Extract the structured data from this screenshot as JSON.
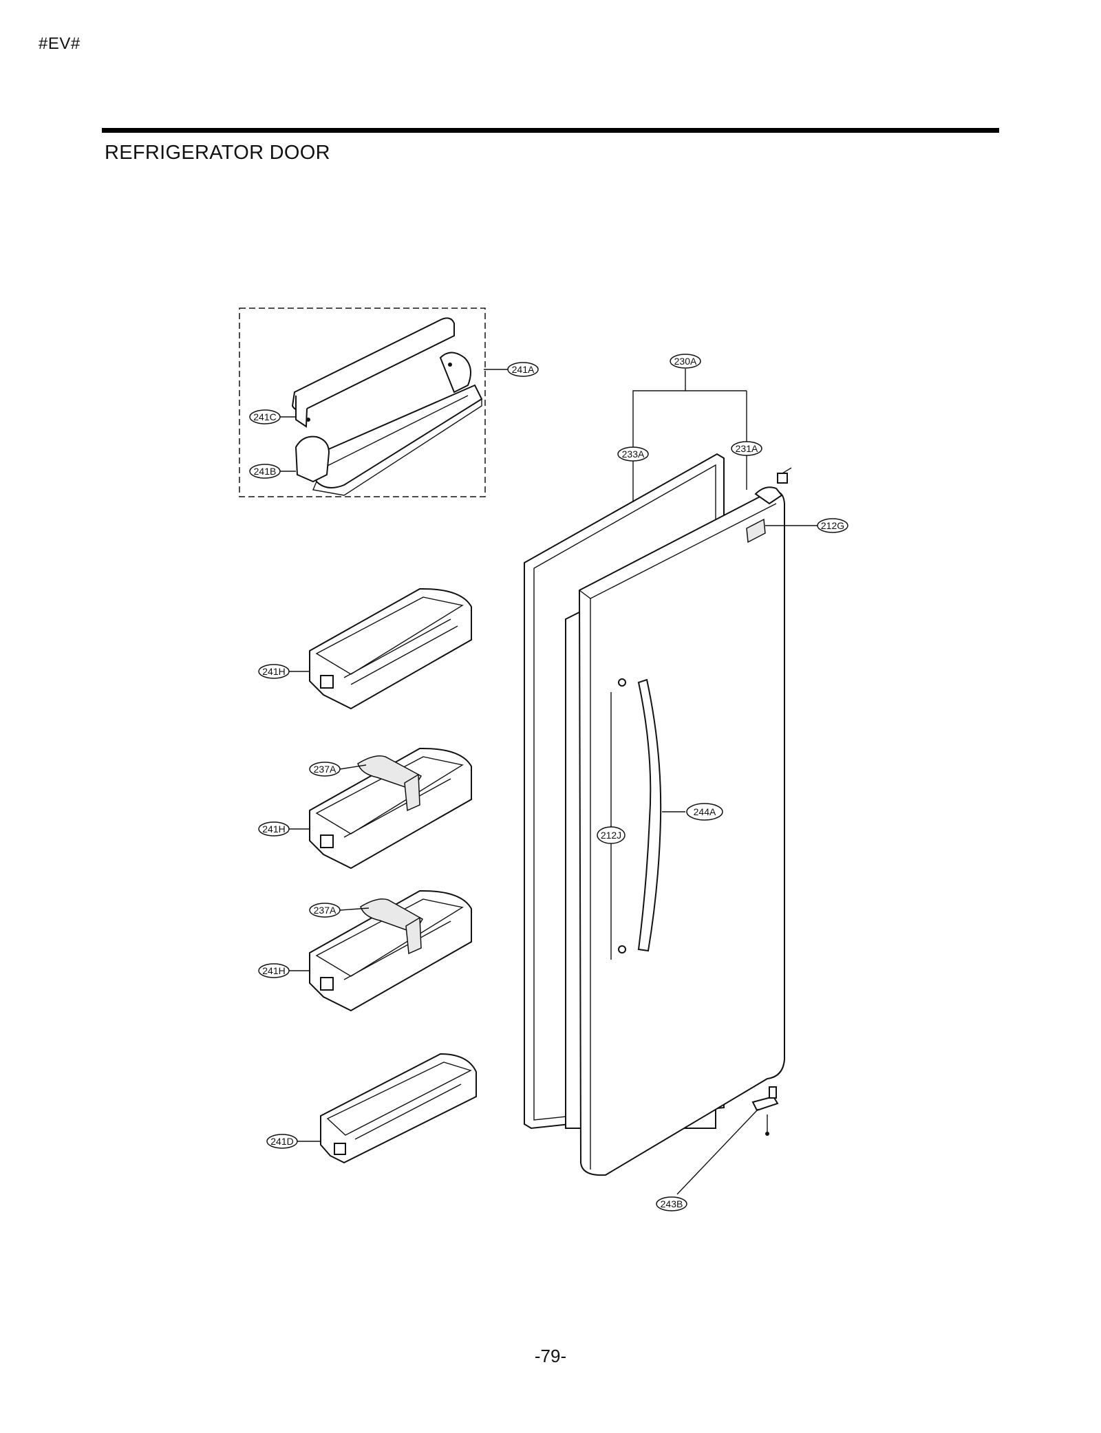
{
  "header": {
    "tag": "#EV#",
    "title": "REFRIGERATOR DOOR"
  },
  "footer": {
    "page_number": "-79-"
  },
  "callouts": {
    "c241A": "241A",
    "c241C": "241C",
    "c241B": "241B",
    "c230A": "230A",
    "c233A": "233A",
    "c231A": "231A",
    "c212G": "212G",
    "c241H_1": "241H",
    "c237A_1": "237A",
    "c241H_2": "241H",
    "c237A_2": "237A",
    "c241H_3": "241H",
    "c241D": "241D",
    "c244A": "244A",
    "c212J": "212J",
    "c243B": "243B"
  }
}
